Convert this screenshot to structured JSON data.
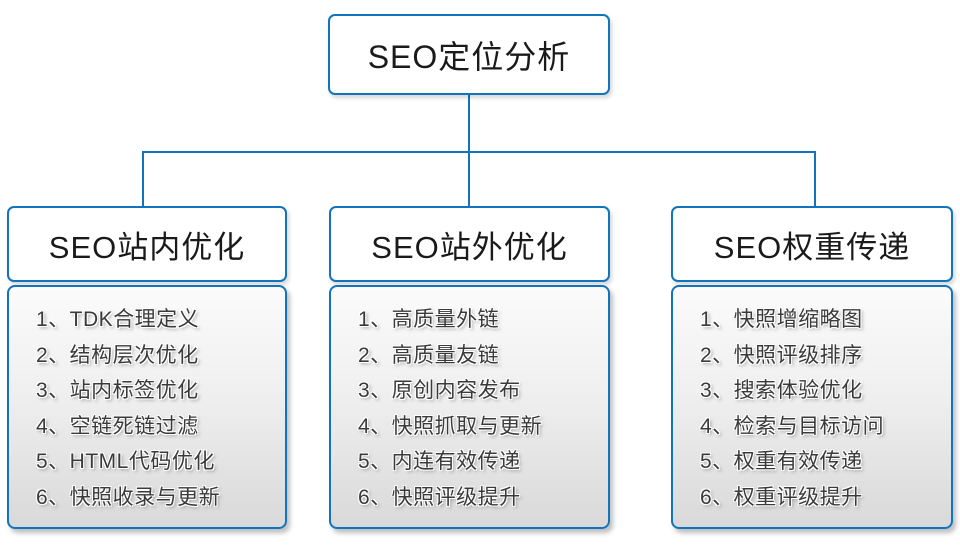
{
  "diagram_title": "SEO定位分析",
  "colors": {
    "accent": "#1274bd",
    "node_fill": "#ffffff",
    "panel_gradient_top": "#fbfbfb",
    "panel_gradient_bottom": "#d9d9d9",
    "header_text": "#1a1a1a",
    "item_text": "#3a3a3a"
  },
  "root": {
    "title": "SEO定位分析"
  },
  "columns": [
    {
      "title": "SEO站内优化",
      "items": [
        "1、TDK合理定义",
        "2、结构层次优化",
        "3、站内标签优化",
        "4、空链死链过滤",
        "5、HTML代码优化",
        "6、快照收录与更新"
      ]
    },
    {
      "title": "SEO站外优化",
      "items": [
        "1、高质量外链",
        "2、高质量友链",
        "3、原创内容发布",
        "4、快照抓取与更新",
        "5、内连有效传递",
        "6、快照评级提升"
      ]
    },
    {
      "title": "SEO权重传递",
      "items": [
        "1、快照增缩略图",
        "2、快照评级排序",
        "3、搜索体验优化",
        "4、检索与目标访问",
        "5、权重有效传递",
        "6、权重评级提升"
      ]
    }
  ]
}
